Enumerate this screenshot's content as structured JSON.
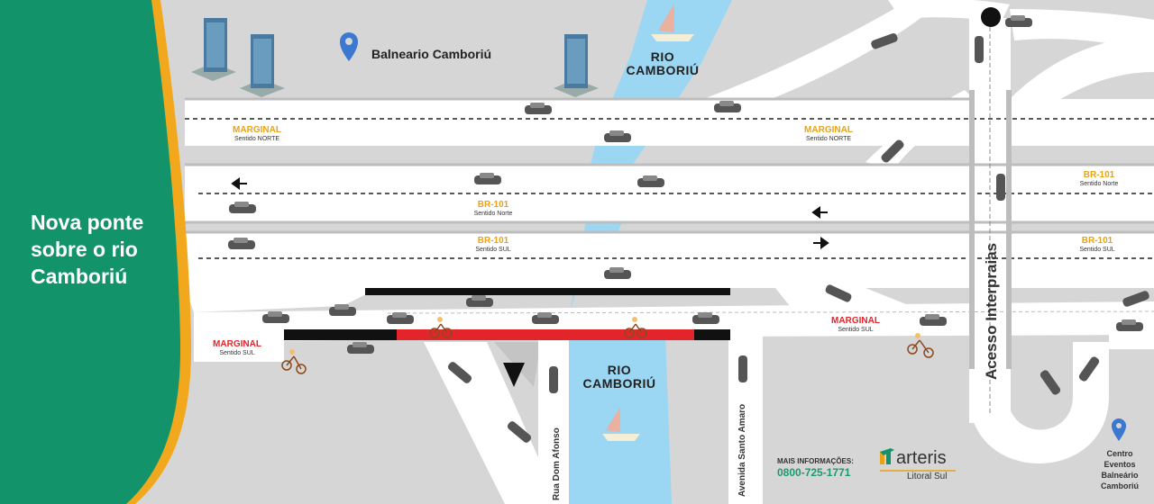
{
  "title": "Nova ponte sobre o rio Camboriú",
  "city_pin": {
    "label": "Balneario Camboriú",
    "icon": "location-pin-icon"
  },
  "river": {
    "top_label_line1": "RIO",
    "top_label_line2": "CAMBORIÚ",
    "bottom_label_line1": "RIO",
    "bottom_label_line2": "CAMBORIÚ"
  },
  "roads": {
    "marginal_norte_1": {
      "name": "MARGINAL",
      "sub": "Sentido NORTE"
    },
    "marginal_norte_2": {
      "name": "MARGINAL",
      "sub": "Sentido NORTE"
    },
    "br101_norte_1": {
      "name": "BR-101",
      "sub": "Sentido Norte"
    },
    "br101_norte_2": {
      "name": "BR-101",
      "sub": "Sentido Norte"
    },
    "br101_sul_1": {
      "name": "BR-101",
      "sub": "Sentido SUL"
    },
    "br101_sul_2": {
      "name": "BR-101",
      "sub": "Sentido SUL"
    },
    "marginal_sul_1": {
      "name": "MARGINAL",
      "sub": "Sentido SUL"
    },
    "marginal_sul_2": {
      "name": "MARGINAL",
      "sub": "Sentido SUL"
    }
  },
  "streets": {
    "rua_dom_afonso": "Rua Dom Afonso",
    "avenida_santo_amaro": "Avenida Santo Amaro",
    "acesso_interpraias": "Acesso Interpraias"
  },
  "info": {
    "more_label": "MAIS INFORMAÇÕES:",
    "phone": "0800-725-1771"
  },
  "brand": {
    "name": "arteris",
    "sub": "Litoral Sul"
  },
  "centro_eventos": {
    "line1": "Centro",
    "line2": "Eventos",
    "line3": "Balneário",
    "line4": "Camboriú"
  },
  "colors": {
    "green": "#12936a",
    "orange": "#f2a81d",
    "road": "#ffffff",
    "river": "#9bd6f2",
    "new_bridge": "#e3252b",
    "label_gold": "#e8a317",
    "label_red": "#e3252b",
    "ground": "#d6d6d6"
  }
}
